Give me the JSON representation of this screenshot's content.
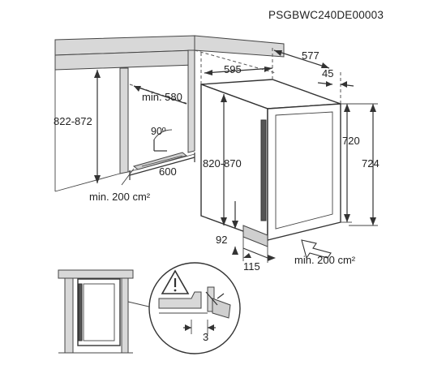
{
  "model_code": "PSGBWC240DE00003",
  "dimensions": {
    "niche_height": "822-872",
    "niche_depth_min": "min. 580",
    "door_angle": "90º",
    "niche_width": "600",
    "vent_area_bottom": "min. 200 cm²",
    "appliance_width": "595",
    "appliance_depth": "577",
    "door_thickness": "45",
    "body_height": "720",
    "total_height": "724",
    "adjustable_height": "820-870",
    "plinth_height": "92",
    "plinth_depth": "115",
    "vent_area_front": "min. 200 cm²",
    "gap": "3"
  },
  "icons": {
    "warning": "warning-triangle-icon",
    "airflow": "airflow-arrow-icon"
  }
}
